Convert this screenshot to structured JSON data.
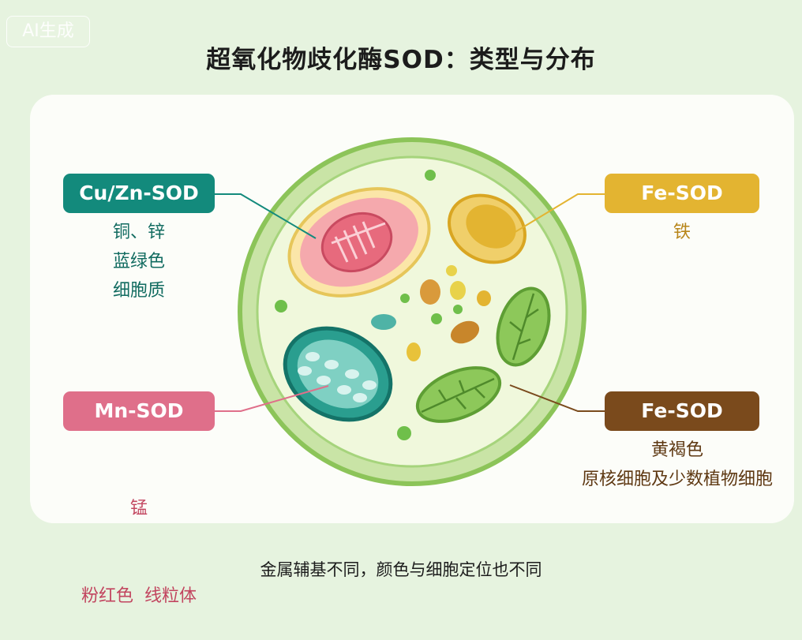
{
  "watermark": "AI生成",
  "title": "超氧化物歧化酶SOD：类型与分布",
  "labels": {
    "cuzn": {
      "name": "Cu/Zn-SOD",
      "lines": [
        "铜、锌",
        "蓝绿色",
        "细胞质"
      ],
      "color": "#138a7c"
    },
    "fe_top": {
      "name": "Fe-SOD",
      "lines": [
        "铁"
      ],
      "color": "#e3b431"
    },
    "mn": {
      "name": "Mn-SOD",
      "lines": [
        "锰",
        "粉红色  线粒体"
      ],
      "color": "#df6f8a"
    },
    "fe_bottom": {
      "name": "Fe-SOD",
      "lines": [
        "黄褐色",
        "原核细胞及少数植物细胞"
      ],
      "color": "#7a4a1c"
    }
  },
  "footer": "金属辅基不同，颜色与细胞定位也不同"
}
